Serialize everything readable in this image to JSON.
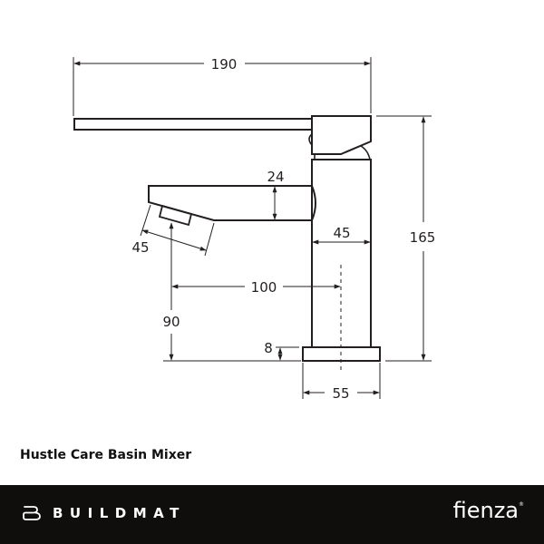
{
  "product": {
    "title": "Hustle Care Basin Mixer"
  },
  "diagram": {
    "type": "technical-dimension-drawing",
    "subject": "basin mixer side elevation",
    "units": "mm",
    "dimensions": {
      "overall_width": "190",
      "overall_height": "165",
      "spout_height": "24",
      "body_width": "45",
      "aerator_length": "45",
      "spout_reach": "100",
      "spout_clearance": "90",
      "base_height": "8",
      "base_width": "55"
    },
    "line_color": "#231f20"
  },
  "footer": {
    "background": "#100e0c",
    "brand_left": "BUILDMAT",
    "brand_left_logo": "buildmat-b-logo",
    "brand_right": "fienza",
    "brand_right_mark": "®"
  }
}
